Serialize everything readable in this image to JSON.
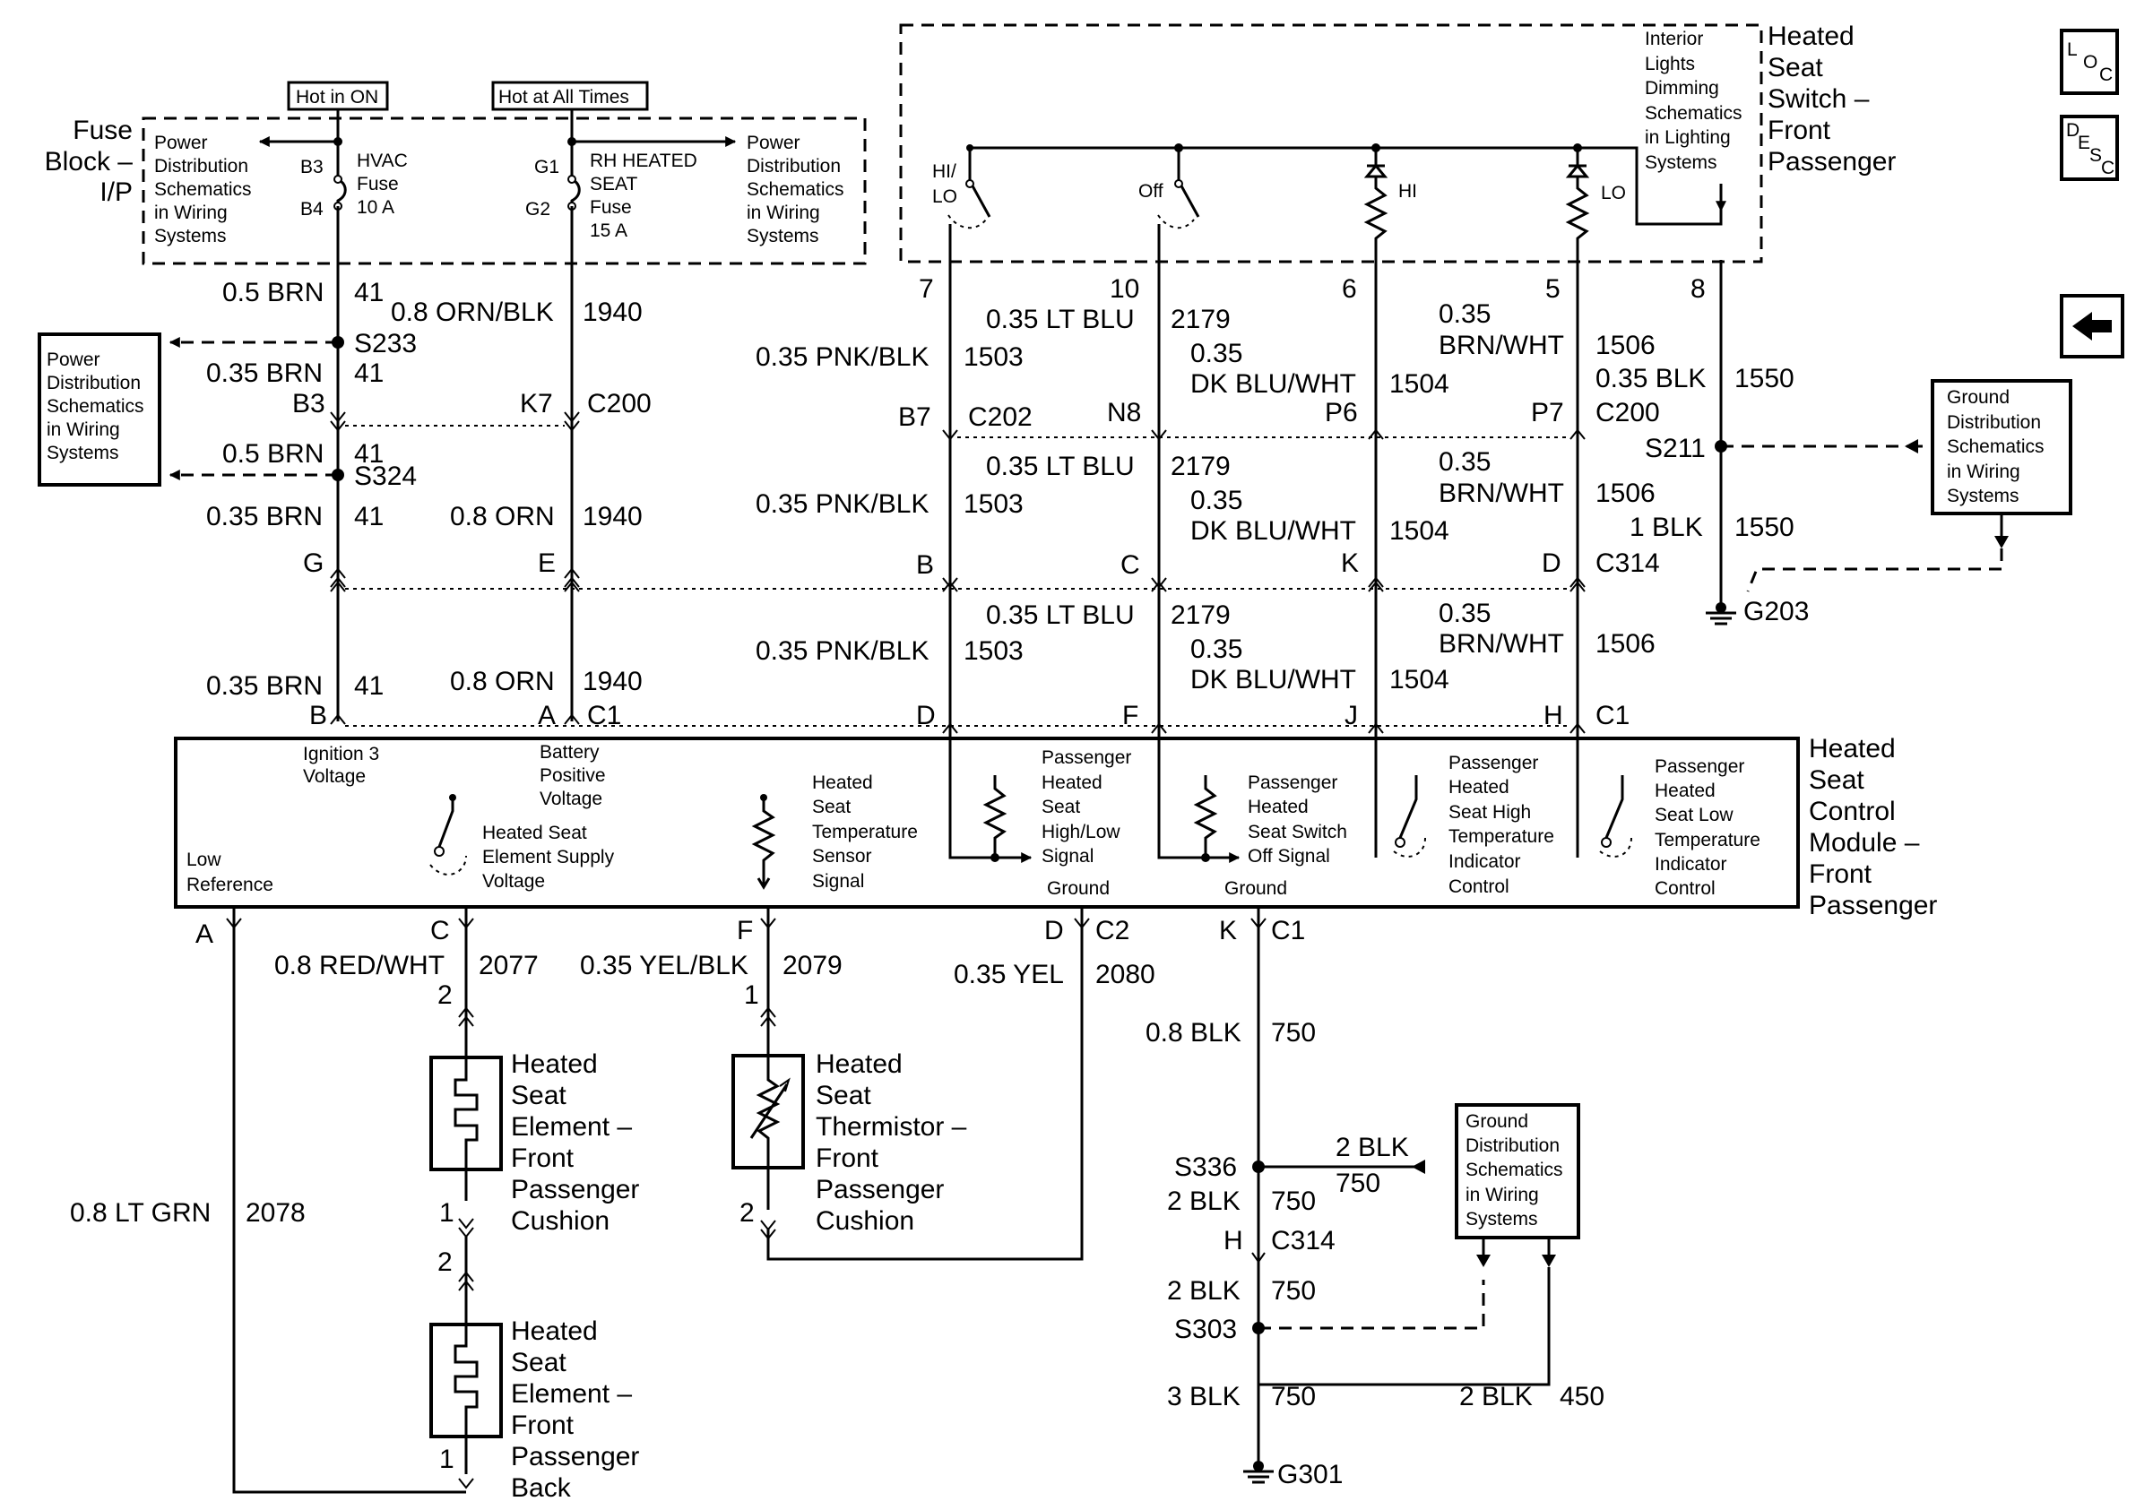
{
  "header": {
    "hot_in_on": "Hot in ON",
    "hot_all_times": "Hot at All Times"
  },
  "fuse_block": {
    "title": [
      "Fuse",
      "Block –",
      "I/P"
    ],
    "power_ref_left": [
      "Power",
      "Distribution",
      "Schematics",
      "in Wiring",
      "Systems"
    ],
    "power_ref_right": [
      "Power",
      "Distribution",
      "Schematics",
      "in Wiring",
      "Systems"
    ],
    "hvac_pins": [
      "B3",
      "B4"
    ],
    "hvac_fuse": [
      "HVAC",
      "Fuse",
      "10 A"
    ],
    "rh_pins": [
      "G1",
      "G2"
    ],
    "rh_fuse": [
      "RH HEATED",
      "SEAT",
      "Fuse",
      "15 A"
    ]
  },
  "switch": {
    "title": [
      "Heated",
      "Seat",
      "Switch –",
      "Front",
      "Passenger"
    ],
    "dimming_ref": [
      "Interior",
      "Lights",
      "Dimming",
      "Schematics",
      "in Lighting",
      "Systems"
    ],
    "hilo": [
      "HI/",
      "LO"
    ],
    "off": "Off",
    "hi": "HI",
    "lo": "LO",
    "pins": [
      "7",
      "10",
      "6",
      "5",
      "8"
    ]
  },
  "wires": {
    "w_05brn": "0.5 BRN",
    "c41": "41",
    "w_08ornblk": "0.8 ORN/BLK",
    "c1940": "1940",
    "w_035brn": "0.35 BRN",
    "w_08orn": "0.8 ORN",
    "w_035pnkblk": "0.35 PNK/BLK",
    "c1503": "1503",
    "w_035ltblu": "0.35 LT BLU",
    "c2179": "2179",
    "w_035": "0.35",
    "w_dkbluwht": "DK BLU/WHT",
    "c1504": "1504",
    "w_brnwht": "BRN/WHT",
    "c1506": "1506",
    "w_035blk": "0.35 BLK",
    "c1550": "1550",
    "w_1blk": "1 BLK",
    "w_08redwht": "0.8 RED/WHT",
    "c2077": "2077",
    "w_035yelblk": "0.35 YEL/BLK",
    "c2079": "2079",
    "w_035yel": "0.35 YEL",
    "c2080": "2080",
    "w_08ltgrn": "0.8 LT GRN",
    "c2078": "2078",
    "w_08blk": "0.8 BLK",
    "c750": "750",
    "w_2blk": "2 BLK",
    "w_3blk": "3 BLK",
    "c450": "450"
  },
  "splices": {
    "s233": "S233",
    "s324": "S324",
    "s211": "S211",
    "s336": "S336",
    "s303": "S303"
  },
  "grounds": {
    "g203": "G203",
    "g301": "G301"
  },
  "connectors": {
    "b3": "B3",
    "k7": "K7",
    "c200": "C200",
    "b7": "B7",
    "c202": "C202",
    "n8": "N8",
    "p6": "P6",
    "p7": "P7",
    "g": "G",
    "e": "E",
    "b": "B",
    "c": "C",
    "k": "K",
    "d": "D",
    "c314": "C314",
    "a": "A",
    "c1": "C1",
    "f": "F",
    "j": "J",
    "h": "H",
    "c2": "C2",
    "pin1": "1",
    "pin2": "2"
  },
  "refs": {
    "ground_ref": [
      "Ground",
      "Distribution",
      "Schematics",
      "in Wiring",
      "Systems"
    ]
  },
  "module": {
    "title": [
      "Heated",
      "Seat",
      "Control",
      "Module –",
      "Front",
      "Passenger"
    ],
    "ign3": [
      "Ignition 3",
      "Voltage"
    ],
    "batt": [
      "Battery",
      "Positive",
      "Voltage"
    ],
    "low_ref": [
      "Low",
      "Reference"
    ],
    "supply": [
      "Heated Seat",
      "Element Supply",
      "Voltage"
    ],
    "temp_sensor": [
      "Heated",
      "Seat",
      "Temperature",
      "Sensor",
      "Signal"
    ],
    "hilo_sig": [
      "Passenger",
      "Heated",
      "Seat",
      "High/Low",
      "Signal"
    ],
    "off_sig": [
      "Passenger",
      "Heated",
      "Seat Switch",
      "Off Signal"
    ],
    "high_ind": [
      "Passenger",
      "Heated",
      "Seat High",
      "Temperature",
      "Indicator",
      "Control"
    ],
    "low_ind": [
      "Passenger",
      "Heated",
      "Seat Low",
      "Temperature",
      "Indicator",
      "Control"
    ],
    "ground": "Ground"
  },
  "components": {
    "cushion": [
      "Heated",
      "Seat",
      "Element –",
      "Front",
      "Passenger",
      "Cushion"
    ],
    "thermistor": [
      "Heated",
      "Seat",
      "Thermistor –",
      "Front",
      "Passenger",
      "Cushion"
    ],
    "back": [
      "Heated",
      "Seat",
      "Element –",
      "Front",
      "Passenger",
      "Back"
    ]
  },
  "icons": {
    "loc": [
      "L",
      "O",
      "C"
    ],
    "desc": [
      "D",
      "E",
      "S",
      "C"
    ],
    "back": "left-arrow-icon"
  }
}
